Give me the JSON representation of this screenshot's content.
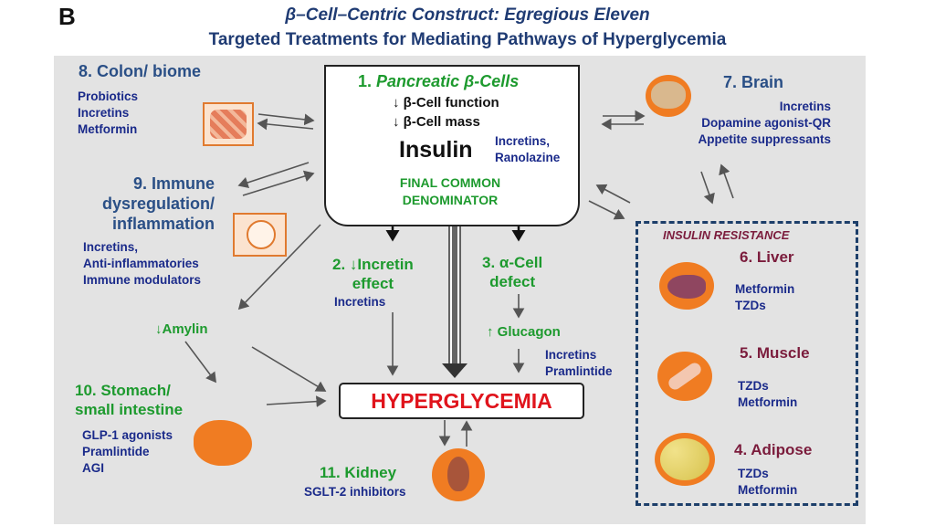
{
  "panel_letter": "B",
  "title_line1": "β–Cell–Centric Construct: Egregious Eleven",
  "title_line2": "Targeted Treatments for Mediating Pathways of Hyperglycemia",
  "center": {
    "heading_num": "1.",
    "heading": "Pancreatic β-Cells",
    "line1": "↓ β-Cell function",
    "line2": "↓ β-Cell mass",
    "insulin": "Insulin",
    "treatments": [
      "Incretins,",
      "Ranolazine"
    ],
    "final1": "FINAL COMMON",
    "final2": "DENOMINATOR"
  },
  "incretin": {
    "title1": "2. ↓Incretin",
    "title2": "effect",
    "treatment": "Incretins"
  },
  "alpha": {
    "title1": "3. α-Cell",
    "title2": "defect",
    "glucagon": "↑ Glucagon",
    "treatments": [
      "Incretins",
      "Pramlintide"
    ]
  },
  "amylin": "↓Amylin",
  "hyperglycemia": "HYPERGLYCEMIA",
  "kidney": {
    "title": "11.  Kidney",
    "treatment": "SGLT-2 inhibitors"
  },
  "colon": {
    "title": "8. Colon/ biome",
    "treatments": [
      "Probiotics",
      "Incretins",
      "Metformin"
    ]
  },
  "immune": {
    "title": [
      "9.  Immune",
      "dysregulation/",
      "inflammation"
    ],
    "treatments": [
      "Incretins,",
      "Anti-inflammatories",
      "Immune modulators"
    ]
  },
  "stomach": {
    "title": [
      "10. Stomach/",
      "small intestine"
    ],
    "treatments": [
      "GLP-1 agonists",
      "Pramlintide",
      "AGI"
    ]
  },
  "brain": {
    "title": "7. Brain",
    "treatments": [
      "Incretins",
      "Dopamine agonist-QR",
      "Appetite suppressants"
    ]
  },
  "insulin_resistance": "INSULIN RESISTANCE",
  "liver": {
    "title": "6. Liver",
    "treatments": [
      "Metformin",
      "TZDs"
    ]
  },
  "muscle": {
    "title": "5. Muscle",
    "treatments": [
      "TZDs",
      "Metformin"
    ]
  },
  "adipose": {
    "title": "4. Adipose",
    "treatments": [
      "TZDs",
      "Metformin"
    ]
  },
  "colors": {
    "title_blue": "#1f3b73",
    "green": "#1d9a2e",
    "navy": "#1a2a8a",
    "maroon": "#7b1c3c",
    "red": "#e0141c",
    "panel_gray": "#e3e3e3"
  }
}
